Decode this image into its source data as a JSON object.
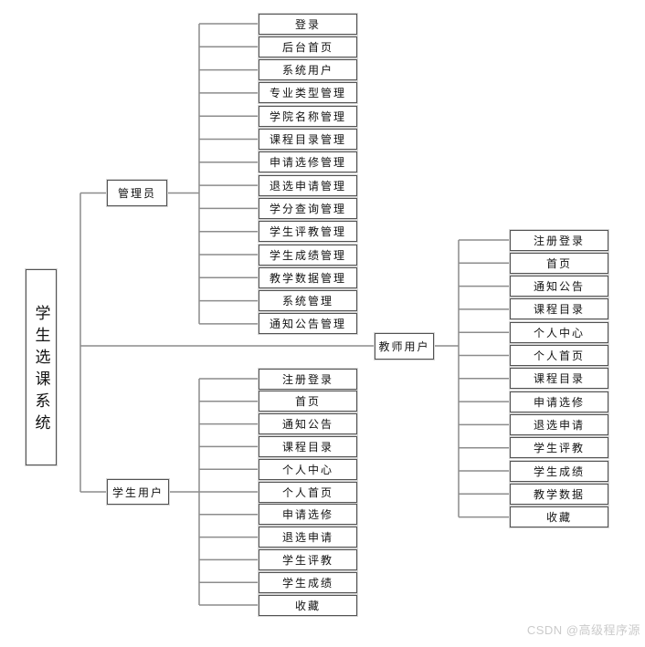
{
  "diagram": {
    "root_label": "学生选课系统",
    "branches": [
      {
        "label": "管理员",
        "children": [
          "登录",
          "后台首页",
          "系统用户",
          "专业类型管理",
          "学院名称管理",
          "课程目录管理",
          "申请选修管理",
          "退选申请管理",
          "学分查询管理",
          "学生评教管理",
          "学生成绩管理",
          "教学数据管理",
          "系统管理",
          "通知公告管理"
        ]
      },
      {
        "label": "学生用户",
        "children": [
          "注册登录",
          "首页",
          "通知公告",
          "课程目录",
          "个人中心",
          "个人首页",
          "申请选修",
          "退选申请",
          "学生评教",
          "学生成绩",
          "收藏"
        ]
      },
      {
        "label": "教师用户",
        "children": [
          "注册登录",
          "首页",
          "通知公告",
          "课程目录",
          "个人中心",
          "个人首页",
          "课程目录",
          "申请选修",
          "退选申请",
          "学生评教",
          "学生成绩",
          "教学数据",
          "收藏"
        ]
      }
    ],
    "watermark": "CSDN @高级程序源",
    "colors": {
      "background": "#ffffff",
      "node_border": "#525252",
      "connector_line": "#8c8c8c",
      "text": "#121212",
      "watermark_text": "#cbcbcb"
    }
  }
}
